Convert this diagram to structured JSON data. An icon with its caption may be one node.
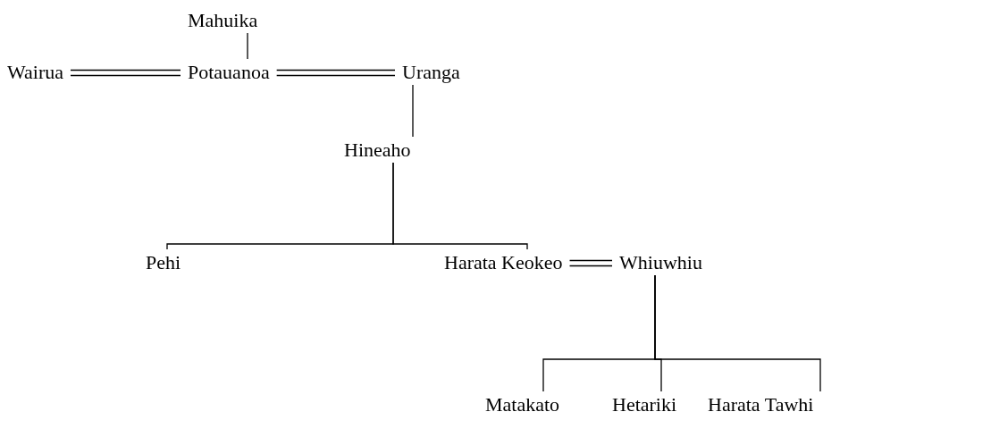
{
  "diagram": {
    "nodes": [
      {
        "text": [
          "Mahuika"
        ]
      },
      {
        "text": [
          "Wairua"
        ]
      },
      {
        "text": [
          "Potauanoa"
        ]
      },
      {
        "text": [
          "Uranga"
        ]
      },
      {
        "text": [
          "Hineaho"
        ]
      },
      {
        "text": [
          "Pehi"
        ]
      },
      {
        "text": [
          "Harata Keokeo"
        ]
      },
      {
        "text": [
          "Whiuwhiu"
        ]
      },
      {
        "text": [
          "Matakato"
        ]
      },
      {
        "text": [
          "Hetariki"
        ]
      },
      {
        "text": [
          "Harata Tawhi"
        ]
      }
    ],
    "edges": [
      {
        "from": 0,
        "to": 2,
        "arrow": "none"
      },
      {
        "from": 1,
        "to": 2,
        "arrow": "none"
      },
      {
        "from": 2,
        "to": 3,
        "arrow": "none"
      },
      {
        "from": 3,
        "to": 4,
        "arrow": "none"
      },
      {
        "from": 4,
        "to": 5,
        "arrow": "none"
      },
      {
        "from": 4,
        "to": 6,
        "arrow": "none"
      },
      {
        "from": 6,
        "to": 7,
        "arrow": "none"
      },
      {
        "from": 7,
        "to": 8,
        "arrow": "none"
      },
      {
        "from": 7,
        "to": 9,
        "arrow": "none"
      },
      {
        "from": 7,
        "to": 10,
        "arrow": "none"
      }
    ]
  }
}
